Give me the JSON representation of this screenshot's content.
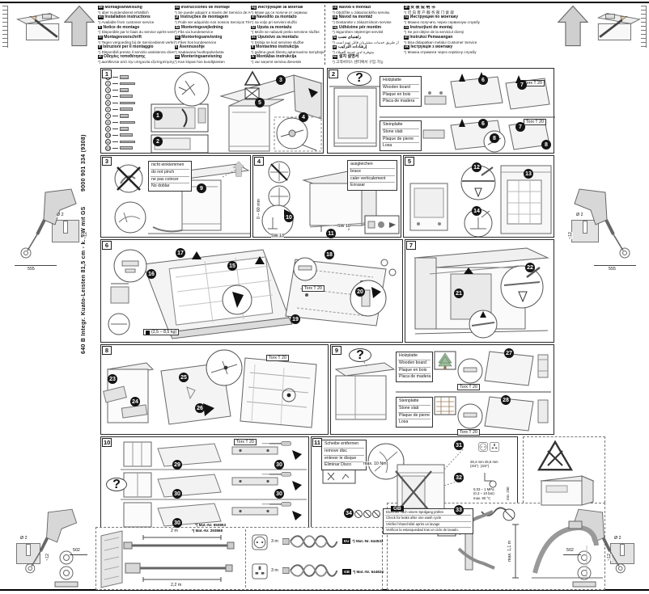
{
  "sidebar": {
    "product_line": "640 B Integr. Kuato-Leisten 81,5 cm - k. SW mit GS",
    "order_number": "9000 901 334 (9308)"
  },
  "margin_labels": {
    "drill_dia": "Ø 2",
    "drill_depth": "~12",
    "side_dim": "555",
    "corner_dim": "502"
  },
  "header": {
    "columns": [
      {
        "entries": [
          {
            "code": "de",
            "title": "Montageanweisung",
            "note": "*) über Kundendienst erhältlich"
          },
          {
            "code": "en",
            "title": "Installation instructions",
            "note": "*) Available from customer service"
          },
          {
            "code": "fr",
            "title": "Notice de montage",
            "note": "*) Disponible par le biais du service après-vente"
          },
          {
            "code": "nl",
            "title": "Montagevoorschrift",
            "note": "*) Tegen vergoeding bij de Servicedienst verkrijgbaar"
          },
          {
            "code": "it",
            "title": "Istruzioni per il montaggio",
            "note": "*) Disponibili presso il servizio assistenza clienti"
          },
          {
            "code": "el",
            "title": "Οδηγίες τοποθέτησης",
            "note": "*) Διατίθενται από την υπηρεσία εξυπηρέτησης πελατών"
          }
        ]
      },
      {
        "entries": [
          {
            "code": "es",
            "title": "Instrucciones de montaje",
            "note": "*) Se puede adquirir a través del Servicio de Asistencia Técnica Oficial de la marca"
          },
          {
            "code": "pt",
            "title": "Instruções de montagem",
            "note": "*) Pode ser adquirido nos nossos Serviços Técnicos"
          },
          {
            "code": "da",
            "title": "Monteringsvejledning",
            "note": "*) Fås via kundeservice"
          },
          {
            "code": "no",
            "title": "Monteringsanvisning",
            "note": "*) Fåes hos kundeservice"
          },
          {
            "code": "fi",
            "title": "Asennusohje",
            "note": "*) Saatavana huoltopalvelusta"
          },
          {
            "code": "sv",
            "title": "Monteringsanvisning",
            "note": "*) Kan köpas hos kundtjänsten"
          }
        ]
      },
      {
        "entries": [
          {
            "code": "bg",
            "title": "Инструкция за монтаж",
            "note": "*) Може да се получи от сервиза"
          },
          {
            "code": "sl",
            "title": "Navodilo za montažo",
            "note": "*) na voljo pri servisni službi"
          },
          {
            "code": "hr",
            "title": "Uputa za montažu",
            "note": "*) Može se nabaviti preko servisne službe"
          },
          {
            "code": "bs",
            "title": "Uputstvo za montažu",
            "note": "*) Dobija se kod servisne službe"
          },
          {
            "code": "lt",
            "title": "Montavimo instrukcija",
            "note": "*) galima gauti klientų aptarnavimo tarnyboje"
          },
          {
            "code": "lv",
            "title": "Montāžas instrukcija",
            "note": "*) var saņemt servisa dienestā"
          }
        ]
      },
      {
        "entries": [
          {
            "code": "cs",
            "title": "Návod k montáži",
            "note": "*) Obdržíte u zákaznického servisu"
          },
          {
            "code": "sk",
            "title": "Návod na montáž",
            "note": "*) Dostanete v zákazníckom servise"
          },
          {
            "code": "sq",
            "title": "Udhëzime për montim",
            "note": "*) Sigurohen nëpërmjet servisit"
          },
          {
            "code": "fa",
            "title": "راهنمای نصب",
            "note": "*) از طریق خدمات مشتریان قابل تهیه است"
          },
          {
            "code": "ar",
            "title": "إرشادات التركيب",
            "note": "*) متوفرة لدى خدمة العملاء"
          },
          {
            "code": "ko",
            "title": "설치 설명서",
            "note": "*) 고객서비스 센터에서 구입 가능"
          }
        ]
      },
      {
        "entries": [
          {
            "code": "zh",
            "title": "安 装 说 明 书",
            "note": "*) 可 向 客 户 服 务 部 门 索 取"
          },
          {
            "code": "ru",
            "title": "Инструкция по монтажу",
            "note": "*) Можно получить через сервисную службу"
          },
          {
            "code": "ro",
            "title": "Instrucţiuni de montaj",
            "note": "*) Se pot obţine de la serviciul clienţi"
          },
          {
            "code": "id",
            "title": "Instruksi Pemasangan",
            "note": "*) bisa didapatkan melalui Customer Service"
          },
          {
            "code": "uk",
            "title": "Інструкція з монтажу",
            "note": "*) Можна отримати через сервісну службу"
          }
        ]
      }
    ]
  },
  "panels": {
    "p1": {
      "number": "1",
      "parts": [
        "1",
        "2",
        "3",
        "4",
        "5",
        "6",
        "7",
        "8",
        "9",
        "10",
        "11",
        "12"
      ],
      "callouts": [
        "1",
        "2",
        "3",
        "4",
        "5"
      ]
    },
    "p2": {
      "number": "2",
      "question": "?",
      "wood": [
        "Holzplatte",
        "Wooden board",
        "Plaque en bois",
        "Placa de madera"
      ],
      "stone": [
        "Steinplatte",
        "Stone slab",
        "Plaque de pierre",
        "Losa"
      ],
      "torx": "Torx T 20",
      "callouts": [
        "6",
        "7",
        "8"
      ]
    },
    "p3": {
      "number": "3",
      "pinch": [
        "nicht einklemmen",
        "do not pinch",
        "ne pas coincer",
        "No doblar"
      ],
      "callouts": [
        "9"
      ]
    },
    "p4": {
      "number": "4",
      "level": [
        "ausgleichen",
        "brace",
        "caler verticalement",
        "Enrasar"
      ],
      "sw13": "SW 13",
      "sw10": "SW 10",
      "height_range": "0 – 60 mm",
      "callouts": [
        "10",
        "11"
      ]
    },
    "p5": {
      "number": "5",
      "callouts": [
        "12",
        "13",
        "14"
      ]
    },
    "p6": {
      "number": "6",
      "weight": "(2,5 – 8,5 kg)",
      "torx": "Torx T 20",
      "callouts": [
        "15",
        "16",
        "17",
        "18",
        "19",
        "20"
      ]
    },
    "p7": {
      "number": "7",
      "callouts": [
        "21",
        "22"
      ]
    },
    "p8": {
      "number": "8",
      "torx": "Torx T 20",
      "callouts": [
        "23",
        "24",
        "25",
        "26"
      ]
    },
    "p9": {
      "number": "9",
      "question": "?",
      "wood": [
        "Holzplatte",
        "Wooden board",
        "Plaque en bois",
        "Placa de madera"
      ],
      "stone": [
        "Steinplatte",
        "Stone slab",
        "Plaque de pierre",
        "Losa"
      ],
      "torx": "Torx T 20",
      "callouts": [
        "27",
        "28"
      ]
    },
    "p10": {
      "number": "10",
      "question": "?",
      "torx": "Torx T 20",
      "mat_nr": "*) Mat.-Nr. 650853",
      "callouts": [
        "29",
        "30"
      ]
    },
    "p11": {
      "number": "11",
      "disc": [
        "Scheibe entfernen",
        "remove disc",
        "enlever le disque",
        "Eliminar Disco"
      ],
      "max_torque": "max. 10 Nm",
      "leak": [
        "Dichtheit nach einem Spülgang prüfen",
        "Check for leaks after one wash cycle",
        "Vérifier l'étanchéité après un lavage",
        "Verificar la estanqueidad tras un ciclo de lavado."
      ],
      "water_specs": {
        "d1": "28,4 mm",
        "d2": "26,6 mm",
        "t1": "(3/4\")",
        "t2": "(3/4\")",
        "min_height": "min. 250",
        "p1": "0,03 – 1 MPa",
        "p2": "(0,3 – 10 bar)",
        "temp": "max. 60 °C"
      },
      "callouts": [
        "31",
        "32",
        "33",
        "34"
      ]
    }
  },
  "bottom": {
    "hoses": {
      "len_top": "2 m",
      "len_bottom": "2,2 m",
      "mat_nr": "*) Mat.-Nr. 293868"
    },
    "cables": {
      "eu_badge": "EU",
      "eu_len": "3 m",
      "eu_mat": "*) Mat.-Nr. 644533",
      "gb_badge": "GB",
      "gb_len": "3 m",
      "gb_mat": "*) Mat.-Nr. 644824"
    },
    "gb_panel": {
      "label": "GB",
      "max_len": "max. 1,1 m"
    }
  }
}
